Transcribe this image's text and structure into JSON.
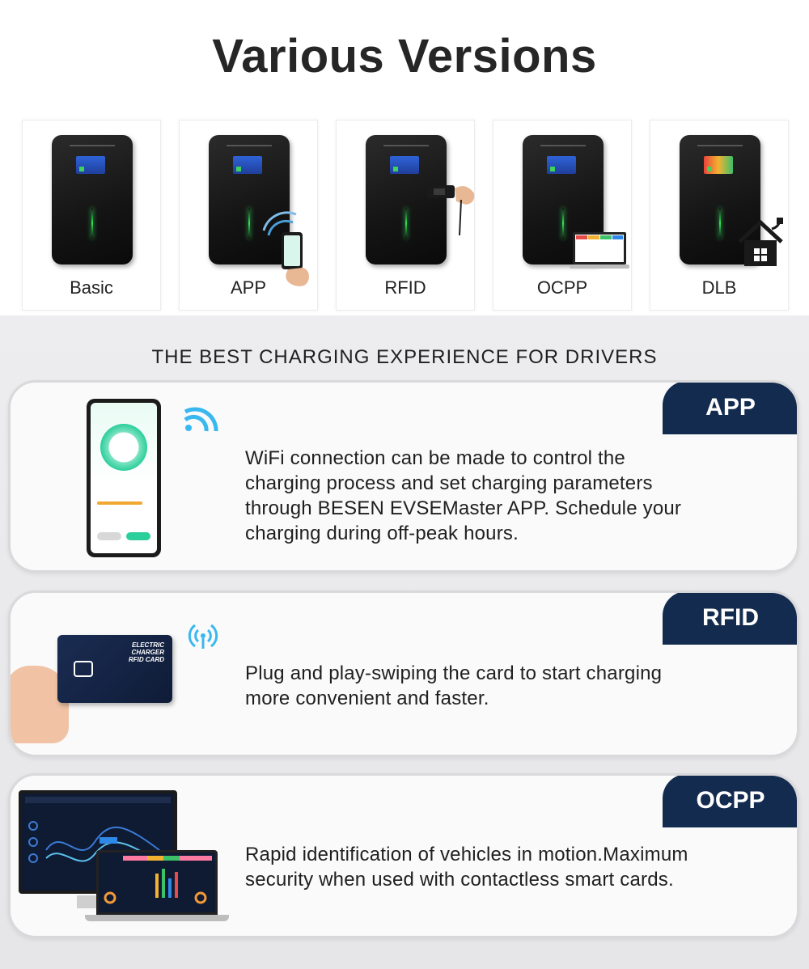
{
  "title": "Various Versions",
  "versions": [
    {
      "label": "Basic"
    },
    {
      "label": "APP"
    },
    {
      "label": "RFID"
    },
    {
      "label": "OCPP"
    },
    {
      "label": "DLB"
    }
  ],
  "section_title": "THE BEST CHARGING EXPERIENCE FOR DRIVERS",
  "features": [
    {
      "tag": "APP",
      "lines": [
        "WiFi connection can be made to control the",
        "charging process and set charging parameters",
        "through BESEN EVSEMaster APP. Schedule your",
        "charging during  off-peak hours."
      ]
    },
    {
      "tag": "RFID",
      "card_text": "ELECTRIC CHARGER RFID CARD",
      "lines": [
        "Plug and play-swiping the card to start charging",
        "more convenient and faster."
      ]
    },
    {
      "tag": "OCPP",
      "lines": [
        "Rapid identification of vehicles in motion.Maximum",
        "security when used with contactless smart cards."
      ]
    }
  ],
  "colors": {
    "tag_bg": "#132b4f",
    "accent_green": "#2ccf9b"
  }
}
